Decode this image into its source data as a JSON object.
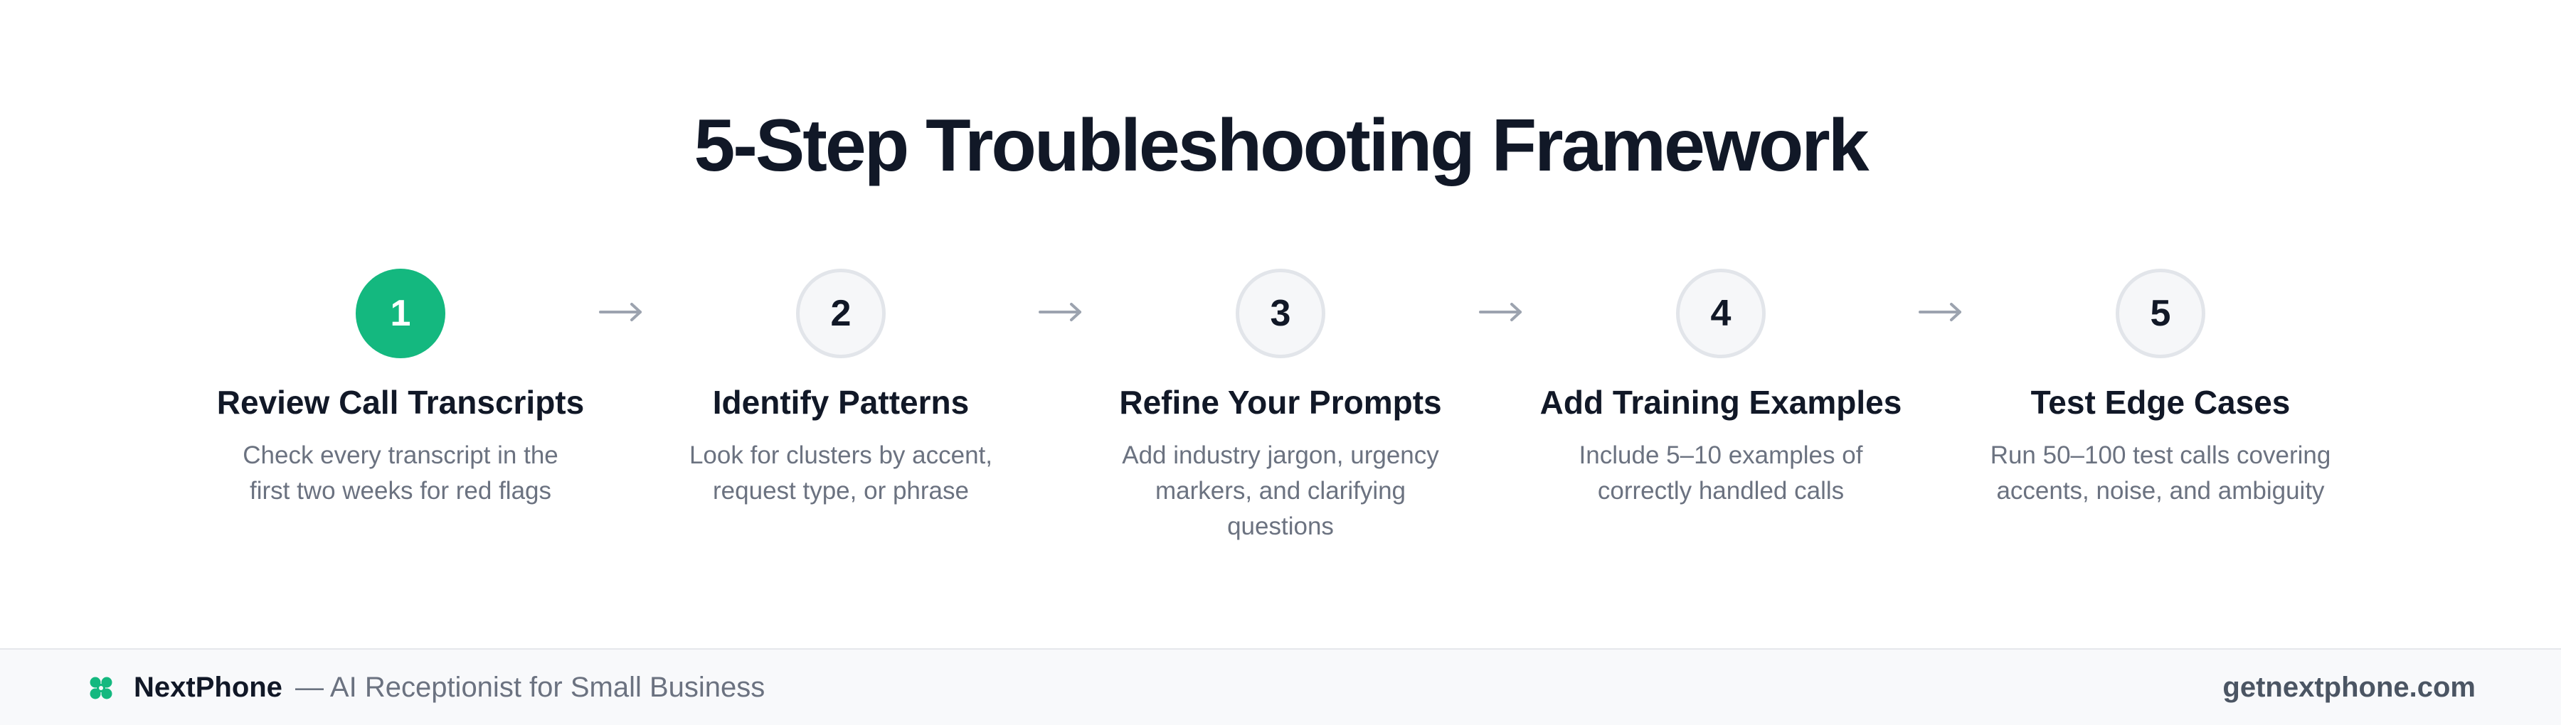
{
  "title": "5-Step Troubleshooting Framework",
  "steps": [
    {
      "number": "1",
      "title": "Review Call Transcripts",
      "description": "Check every transcript in the first two weeks for red flags",
      "active": true
    },
    {
      "number": "2",
      "title": "Identify Patterns",
      "description": "Look for clusters by accent, request type, or phrase",
      "active": false
    },
    {
      "number": "3",
      "title": "Refine Your Prompts",
      "description": "Add industry jargon, urgency markers, and clarifying questions",
      "active": false
    },
    {
      "number": "4",
      "title": "Add Training Examples",
      "description": "Include 5–10 examples of correctly handled calls",
      "active": false
    },
    {
      "number": "5",
      "title": "Test Edge Cases",
      "description": "Run 50–100 test calls covering accents, noise, and ambiguity",
      "active": false
    }
  ],
  "arrow_icon": "right-arrow-icon",
  "footer": {
    "brand_icon": "nextphone-logo-icon",
    "brand_name": "NextPhone",
    "tagline": "— AI Receptionist for Small Business",
    "url": "getnextphone.com"
  },
  "colors": {
    "accent": "#14b87f",
    "title": "#111827",
    "muted_text": "#6b7280",
    "circle_border": "#e2e5ea",
    "arrow": "#9ca3af"
  }
}
